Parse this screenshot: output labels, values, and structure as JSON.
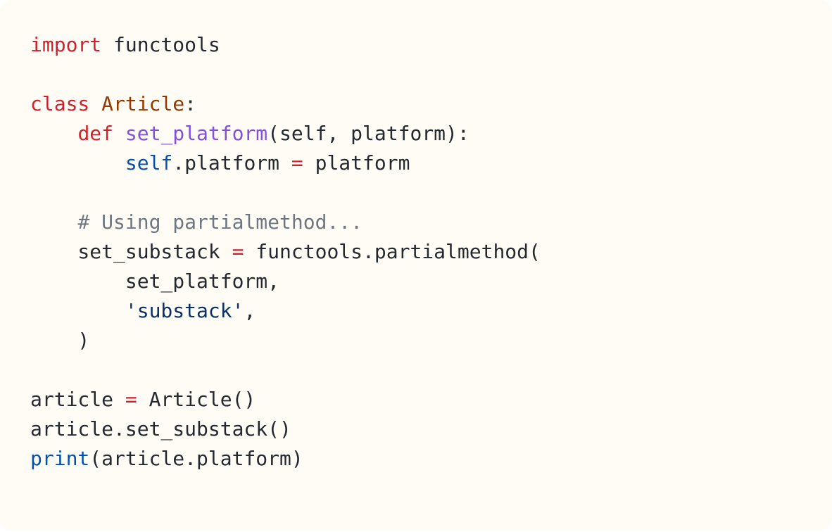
{
  "code_block": {
    "language": "python",
    "lines": [
      [
        {
          "t": "import",
          "c": "kw"
        },
        {
          "t": " functools",
          "c": ""
        }
      ],
      [],
      [
        {
          "t": "class",
          "c": "kw"
        },
        {
          "t": " ",
          "c": ""
        },
        {
          "t": "Article",
          "c": "cls"
        },
        {
          "t": ":",
          "c": ""
        }
      ],
      [
        {
          "t": "    ",
          "c": ""
        },
        {
          "t": "def",
          "c": "kw"
        },
        {
          "t": " ",
          "c": ""
        },
        {
          "t": "set_platform",
          "c": "fn"
        },
        {
          "t": "(self, platform):",
          "c": ""
        }
      ],
      [
        {
          "t": "        ",
          "c": ""
        },
        {
          "t": "self",
          "c": "bi"
        },
        {
          "t": ".platform ",
          "c": ""
        },
        {
          "t": "=",
          "c": "op"
        },
        {
          "t": " platform",
          "c": ""
        }
      ],
      [],
      [
        {
          "t": "    ",
          "c": ""
        },
        {
          "t": "# Using partialmethod...",
          "c": "cm"
        }
      ],
      [
        {
          "t": "    set_substack ",
          "c": ""
        },
        {
          "t": "=",
          "c": "op"
        },
        {
          "t": " functools.partialmethod(",
          "c": ""
        }
      ],
      [
        {
          "t": "        set_platform,",
          "c": ""
        }
      ],
      [
        {
          "t": "        ",
          "c": ""
        },
        {
          "t": "'substack'",
          "c": "str"
        },
        {
          "t": ",",
          "c": ""
        }
      ],
      [
        {
          "t": "    )",
          "c": ""
        }
      ],
      [],
      [
        {
          "t": "article ",
          "c": ""
        },
        {
          "t": "=",
          "c": "op"
        },
        {
          "t": " Article()",
          "c": ""
        }
      ],
      [
        {
          "t": "article.set_substack()",
          "c": ""
        }
      ],
      [
        {
          "t": "print",
          "c": "bi"
        },
        {
          "t": "(article.platform)",
          "c": ""
        }
      ]
    ]
  },
  "colors": {
    "background": "#fffcf5",
    "keyword": "#cf222e",
    "class_name": "#953800",
    "function_name": "#8250df",
    "builtin": "#0550ae",
    "comment": "#6e7781",
    "string": "#0a3069",
    "text": "#24292f"
  }
}
